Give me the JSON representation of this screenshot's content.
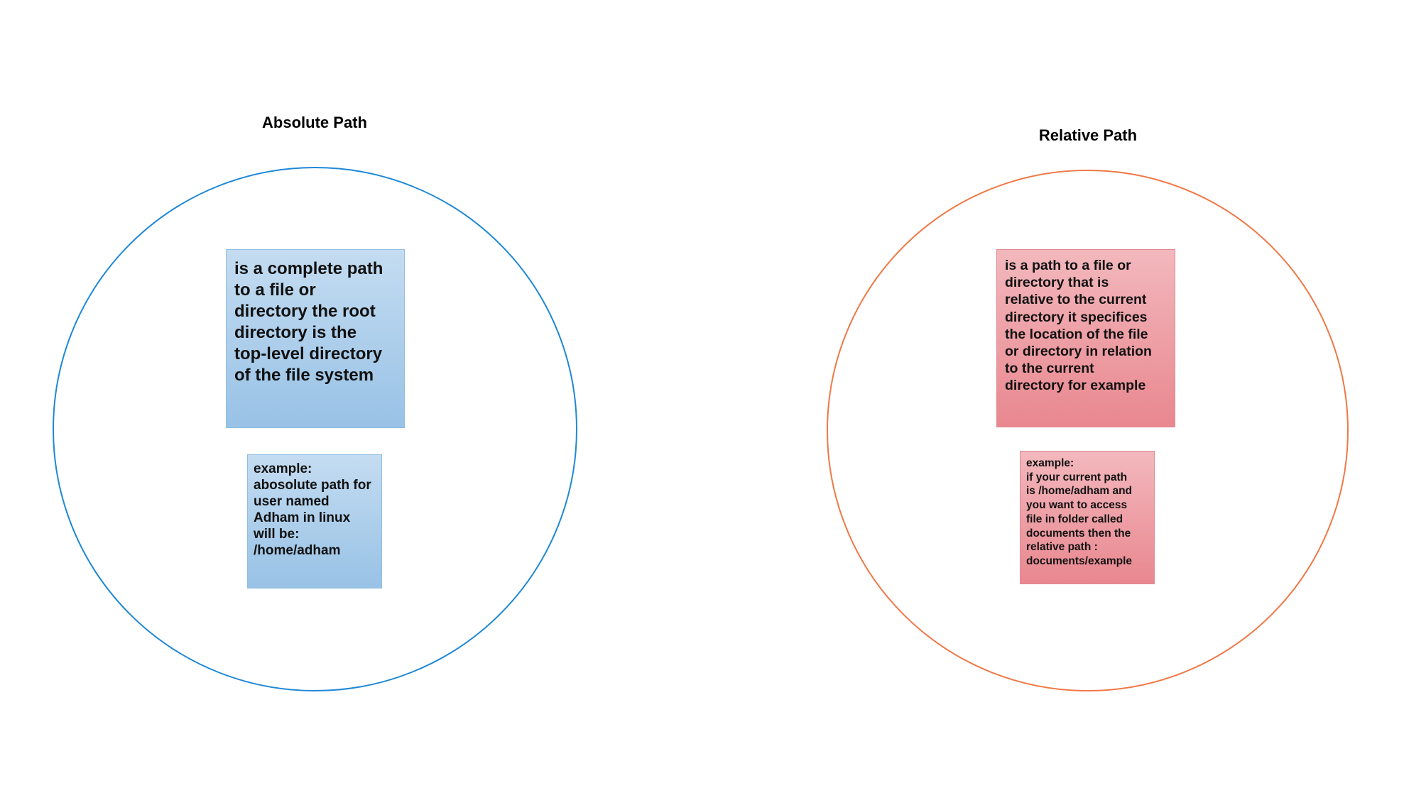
{
  "diagram": {
    "absolute": {
      "title": "Absolute Path",
      "definition_lines": [
        "is a complete path",
        "to a file or",
        "directory the root",
        "directory is the",
        "top-level directory",
        "of the file system"
      ],
      "example_lines": [
        "example:",
        "abosolute path for",
        "user named",
        "Adham in linux",
        "will be:",
        "/home/adham"
      ]
    },
    "relative": {
      "title": "Relative Path",
      "definition_lines": [
        "is a path to a file or",
        "directory that is",
        "relative to the current",
        "directory it specifices",
        "the location of the file",
        "or directory in relation",
        "to the current",
        "directory for example"
      ],
      "example_lines": [
        "example:",
        "if your current path",
        "is /home/adham and",
        "you want to access",
        "file in folder called",
        "documents then the",
        "relative path :",
        "documents/example"
      ]
    }
  },
  "colors": {
    "absolute_circle": "#1e88d6",
    "relative_circle": "#f07846",
    "absolute_box_top": "#c4dcf1",
    "absolute_box_bottom": "#98c2e6",
    "relative_box_top": "#f2b8bd",
    "relative_box_bottom": "#e9878f"
  }
}
